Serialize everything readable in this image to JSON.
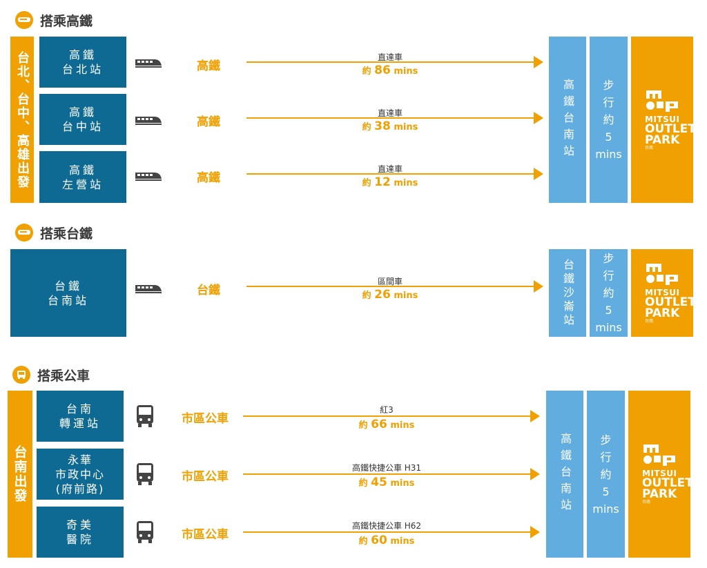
{
  "sections": [
    {
      "title": "搭乘高鐵",
      "icon": "train-icon",
      "origin_label": "台北、台中、高雄出發",
      "rows": [
        {
          "station": "高鐵\n台北站",
          "mode": "高鐵",
          "route": "直達車",
          "time_prefix": "約",
          "time_value": "86",
          "time_unit": "mins"
        },
        {
          "station": "高鐵\n台中站",
          "mode": "高鐵",
          "route": "直達車",
          "time_prefix": "約",
          "time_value": "38",
          "time_unit": "mins"
        },
        {
          "station": "高鐵\n左營站",
          "mode": "高鐵",
          "route": "直達車",
          "time_prefix": "約",
          "time_value": "12",
          "time_unit": "mins"
        }
      ],
      "dest_station": "高鐵台南站",
      "walk": {
        "l1": "步",
        "l2": "行",
        "l3": "約",
        "l4": "5",
        "l5": "mins"
      }
    },
    {
      "title": "搭乘台鐵",
      "icon": "train-icon",
      "rows": [
        {
          "station": "台鐵\n台南站",
          "mode": "台鐵",
          "route": "區間車",
          "time_prefix": "約",
          "time_value": "26",
          "time_unit": "mins"
        }
      ],
      "dest_station": "台鐵沙崙站",
      "walk": {
        "l1": "步",
        "l2": "行",
        "l3": "約",
        "l4": "5",
        "l5": "mins"
      }
    },
    {
      "title": "搭乘公車",
      "icon": "bus-icon",
      "origin_label": "台南出發",
      "rows": [
        {
          "station": "台南\n轉運站",
          "mode": "市區公車",
          "route": "紅3",
          "time_prefix": "約",
          "time_value": "66",
          "time_unit": "mins"
        },
        {
          "station": "永華\n市政中心\n(府前路)",
          "mode": "市區公車",
          "route": "高鐵快捷公車 H31",
          "time_prefix": "約",
          "time_value": "45",
          "time_unit": "mins"
        },
        {
          "station": "奇美\n醫院",
          "mode": "市區公車",
          "route": "高鐵快捷公車 H62",
          "time_prefix": "約",
          "time_value": "60",
          "time_unit": "mins"
        }
      ],
      "dest_station": "高鐵台南站",
      "walk": {
        "l1": "步",
        "l2": "行",
        "l3": "約",
        "l4": "5",
        "l5": "mins"
      }
    }
  ],
  "logo": {
    "mark": "m□p",
    "top": "MITSUI",
    "main1": "OUTLET",
    "main2": "PARK",
    "sub": "台南"
  },
  "colors": {
    "orange": "#f0a000",
    "dark_blue": "#0e6a93",
    "light_blue": "#61ade0"
  }
}
